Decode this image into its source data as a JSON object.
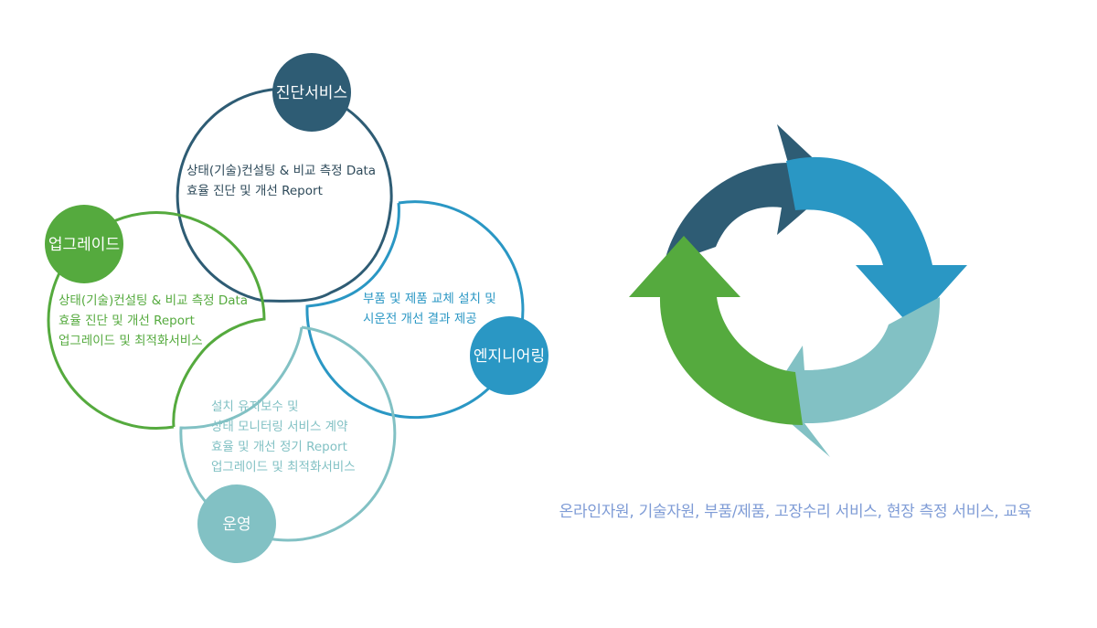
{
  "colors": {
    "navy": "#2e5c74",
    "blue": "#2a97c4",
    "green": "#55aa3e",
    "teal": "#82c1c4",
    "caption": "#7f9cd6"
  },
  "stages": [
    {
      "key": "diagnosis",
      "title": "진단서비스",
      "lines": [
        "상태(기술)컨설팅 & 비교 측정 Data",
        "효율 진단 및 개선 Report"
      ]
    },
    {
      "key": "engineering",
      "title": "엔지니어링",
      "lines": [
        "부품 및 제품 교체 설치 및",
        "시운전 개선 결과 제공"
      ]
    },
    {
      "key": "upgrade",
      "title": "업그레이드",
      "lines": [
        "상태(기술)컨설팅 & 비교 측정 Data",
        "효율 진단 및 개선 Report",
        "업그레이드 및 최적화서비스"
      ]
    },
    {
      "key": "operation",
      "title": "운영",
      "lines": [
        "설치 유지보수 및",
        "상태 모니터링 서비스 계약",
        "효율 및 개선 정기 Report",
        "업그레이드 및 최적화서비스"
      ]
    }
  ],
  "cycle": {
    "caption": "온라인자원, 기술자원, 부품/제품, 고장수리 서비스, 현장 측정 서비스, 교육"
  }
}
